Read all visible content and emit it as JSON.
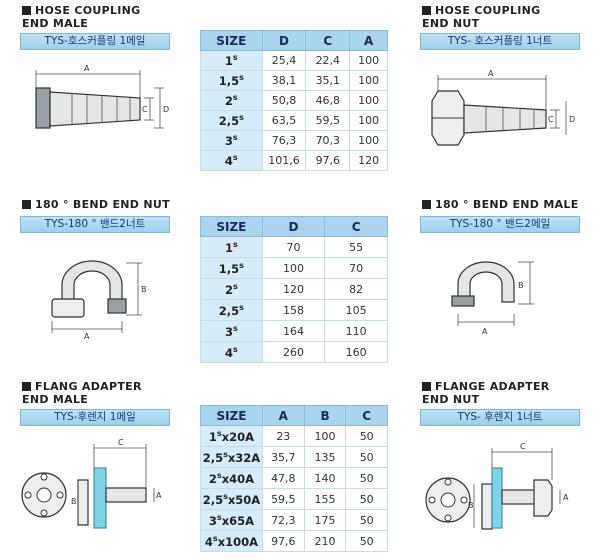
{
  "sections": {
    "hose_male": {
      "title": "HOSE COUPLING\n    END MALE",
      "sub": "TYS-호스커플링 1메일"
    },
    "hose_nut": {
      "title": "HOSE COUPLING\n    END NUT",
      "sub": "TYS- 호스커플링 1너트"
    },
    "bend_nut": {
      "title": "180 ° BEND END NUT",
      "sub": "TYS-180 ° 밴드2너트"
    },
    "bend_male": {
      "title": "180 ° BEND END MALE",
      "sub": "TYS-180 ° 밴드2메일"
    },
    "flang_male": {
      "title": "FLANG ADAPTER\n    END MALE",
      "sub": "TYS-후렌지 1메일"
    },
    "flange_nut": {
      "title": "FLANGE ADAPTER\n    END NUT",
      "sub": "TYS- 후렌지 1너트"
    }
  },
  "dims": {
    "A": "A",
    "B": "B",
    "C": "C",
    "D": "D"
  },
  "tables": {
    "hose": {
      "headers": [
        "SIZE",
        "D",
        "C",
        "A"
      ],
      "rows": [
        [
          "1s",
          "25.4",
          "22.4",
          "100"
        ],
        [
          "1.5s",
          "38.1",
          "35.1",
          "100"
        ],
        [
          "2s",
          "50.8",
          "46.8",
          "100"
        ],
        [
          "2.5s",
          "63.5",
          "59.5",
          "100"
        ],
        [
          "3s",
          "76.3",
          "70.3",
          "100"
        ],
        [
          "4s",
          "101.6",
          "97.6",
          "120"
        ]
      ]
    },
    "bend": {
      "headers": [
        "SIZE",
        "D",
        "C"
      ],
      "rows": [
        [
          "1s",
          "70",
          "55"
        ],
        [
          "1.5s",
          "100",
          "70"
        ],
        [
          "2s",
          "120",
          "82"
        ],
        [
          "2.5s",
          "158",
          "105"
        ],
        [
          "3s",
          "164",
          "110"
        ],
        [
          "4s",
          "260",
          "160"
        ]
      ]
    },
    "flange": {
      "headers": [
        "SIZE",
        "A",
        "B",
        "C"
      ],
      "rows": [
        [
          "1sx20A",
          "23",
          "100",
          "50"
        ],
        [
          "2.5sx32A",
          "35.7",
          "135",
          "50"
        ],
        [
          "2sx40A",
          "47.8",
          "140",
          "50"
        ],
        [
          "2.5sx50A",
          "59.5",
          "155",
          "50"
        ],
        [
          "3sx65A",
          "72.3",
          "175",
          "50"
        ],
        [
          "4sx100A",
          "97.6",
          "210",
          "50"
        ]
      ]
    }
  }
}
